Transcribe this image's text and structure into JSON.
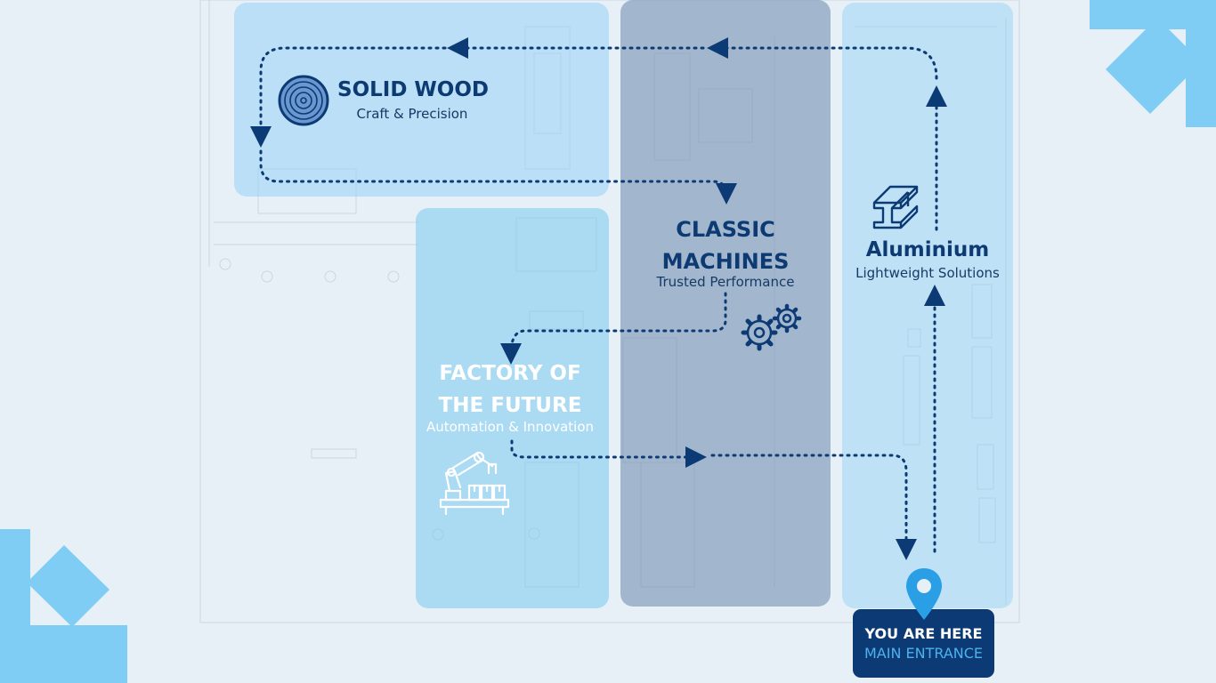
{
  "zones": {
    "solid_wood": {
      "title": "SOLID WOOD",
      "subtitle": "Craft & Precision",
      "icon": "wood-log-icon"
    },
    "classic_machines": {
      "title_line1": "CLASSIC",
      "title_line2": "MACHINES",
      "subtitle": "Trusted Performance",
      "icon": "gears-icon"
    },
    "factory_future": {
      "title_line1": "FACTORY OF",
      "title_line2": "THE FUTURE",
      "subtitle": "Automation & Innovation",
      "icon": "robot-arm-icon"
    },
    "aluminium": {
      "title": "Aluminium",
      "subtitle": "Lightweight Solutions",
      "icon": "steel-beam-icon"
    }
  },
  "marker": {
    "title": "YOU ARE HERE",
    "subtitle": "MAIN ENTRANCE",
    "icon": "location-pin-icon"
  },
  "colors": {
    "navy": "#0c3a74",
    "accent": "#4cb2ee",
    "corner": "#7fcdf4",
    "zone_light": "#96d2f5",
    "zone_classic": "#7894b4"
  }
}
